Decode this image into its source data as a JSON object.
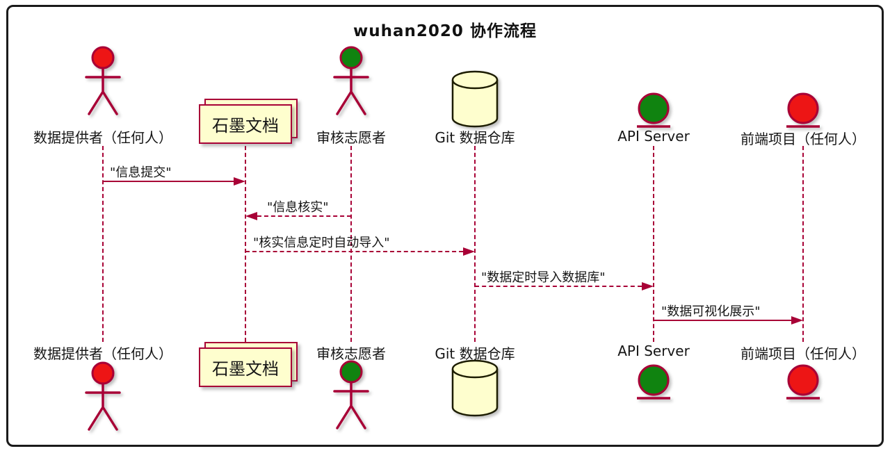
{
  "title": "wuhan2020 协作流程",
  "colors": {
    "accent": "#A80036",
    "red": "#ED1515",
    "green": "#108310",
    "cream": "#FEFECE",
    "db-border": "#1C1C00",
    "ink": "#111111",
    "frame": "#1A1A1A"
  },
  "participants": [
    {
      "id": "data-provider",
      "type": "actor",
      "label": "数据提供者（任何人）",
      "color": "red"
    },
    {
      "id": "shimo-docs",
      "type": "collections",
      "label": "石墨文档",
      "color": "cream"
    },
    {
      "id": "review-volunteer",
      "type": "actor",
      "label": "审核志愿者",
      "color": "green"
    },
    {
      "id": "git-repo",
      "type": "database",
      "label": "Git 数据仓库",
      "color": "cream"
    },
    {
      "id": "api-server",
      "type": "entity",
      "label": "API Server",
      "color": "green"
    },
    {
      "id": "frontend",
      "type": "entity",
      "label": "前端项目（任何人）",
      "color": "red"
    }
  ],
  "messages": [
    {
      "label": "\"信息提交\"",
      "from": "数据提供者（任何人）",
      "to": "石墨文档",
      "line": "solid",
      "direction": "right"
    },
    {
      "label": "\"信息核实\"",
      "from": "审核志愿者",
      "to": "石墨文档",
      "line": "dotted",
      "direction": "left"
    },
    {
      "label": "\"核实信息定时自动导入\"",
      "from": "石墨文档",
      "to": "Git 数据仓库",
      "line": "dotted",
      "direction": "right"
    },
    {
      "label": "\"数据定时导入数据库\"",
      "from": "Git 数据仓库",
      "to": "API Server",
      "line": "dotted",
      "direction": "right"
    },
    {
      "label": "\"数据可视化展示\"",
      "from": "API Server",
      "to": "前端项目（任何人）",
      "line": "solid",
      "direction": "right"
    }
  ]
}
